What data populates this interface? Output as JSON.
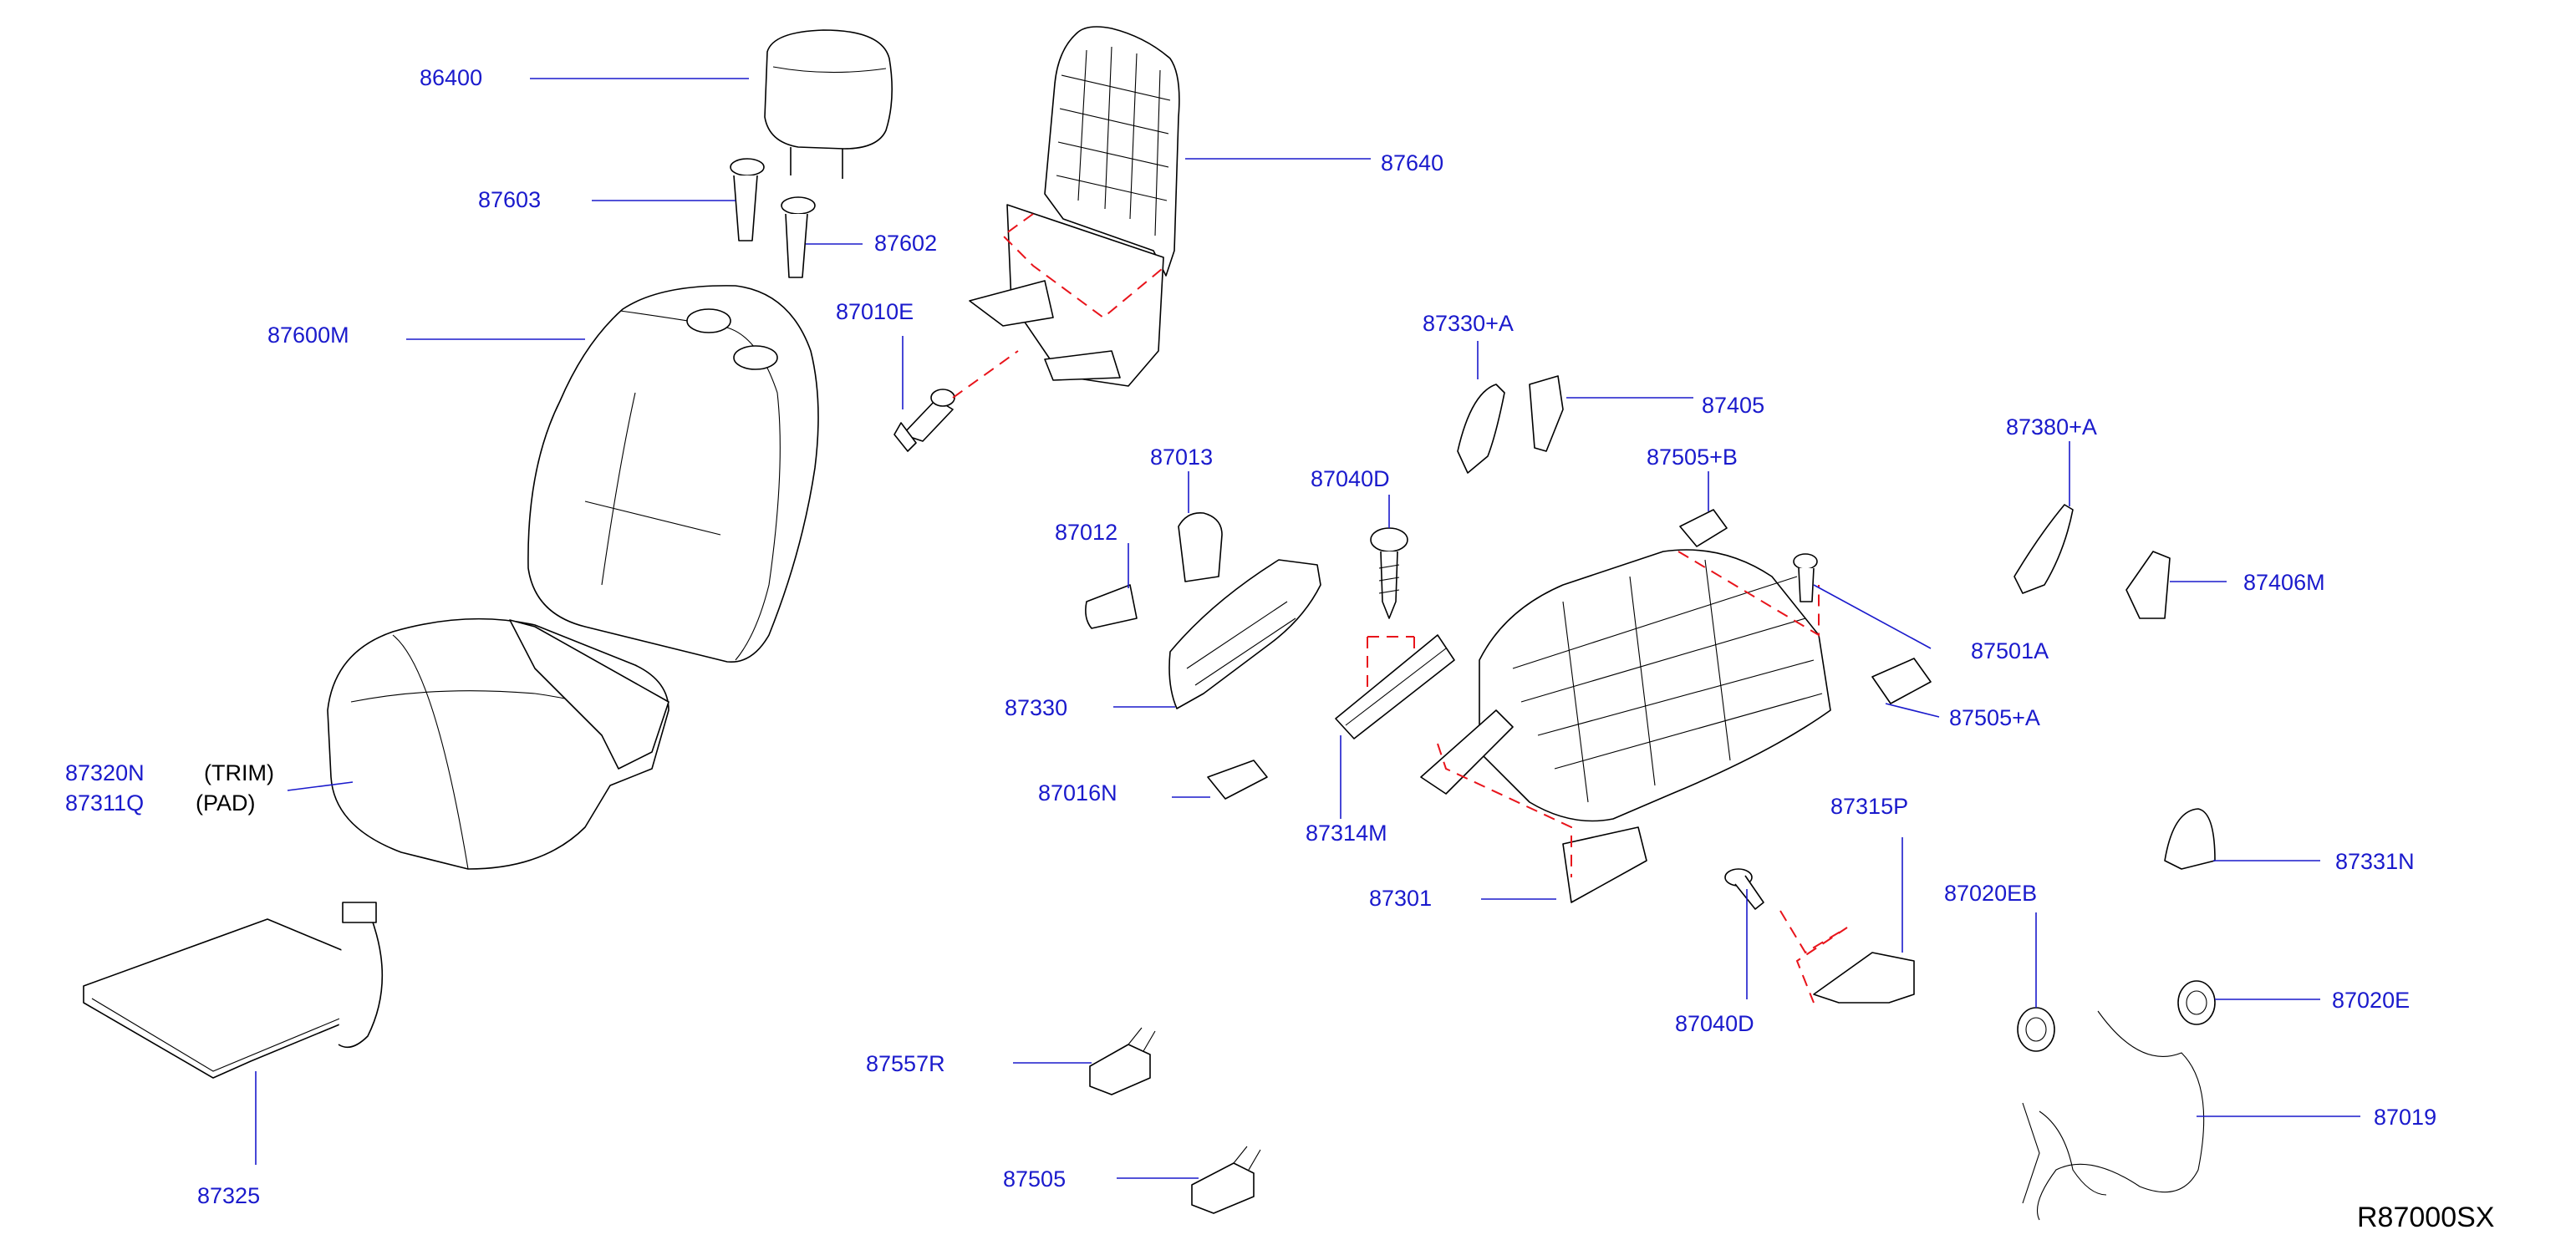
{
  "colors": {
    "label": "#1a1acc",
    "leader": "#1a1acc",
    "dashed_guide": "#e8141b",
    "outline": "#000000"
  },
  "labels": {
    "p86400": "86400",
    "p87603": "87603",
    "p87602": "87602",
    "p87640": "87640",
    "p87600M": "87600M",
    "p87010E": "87010E",
    "p87330A": "87330+A",
    "p87405": "87405",
    "p87505B": "87505+B",
    "p87380A": "87380+A",
    "p87013": "87013",
    "p87040D_top": "87040D",
    "p87012": "87012",
    "p87406M": "87406M",
    "p87501A": "87501A",
    "p87330": "87330",
    "p87505A": "87505+A",
    "p87320N": "87320N",
    "p87311Q": "87311Q",
    "p87016N": "87016N",
    "p87314M": "87314M",
    "p87315P": "87315P",
    "p87331N": "87331N",
    "p87301": "87301",
    "p87020EB": "87020EB",
    "p87020E": "87020E",
    "p87040D_bottom": "87040D",
    "p87557R": "87557R",
    "p87019": "87019",
    "p87325": "87325",
    "p87505": "87505"
  },
  "notes": {
    "trim": "(TRIM)",
    "pad": "(PAD)"
  },
  "reference_code": "R87000SX"
}
